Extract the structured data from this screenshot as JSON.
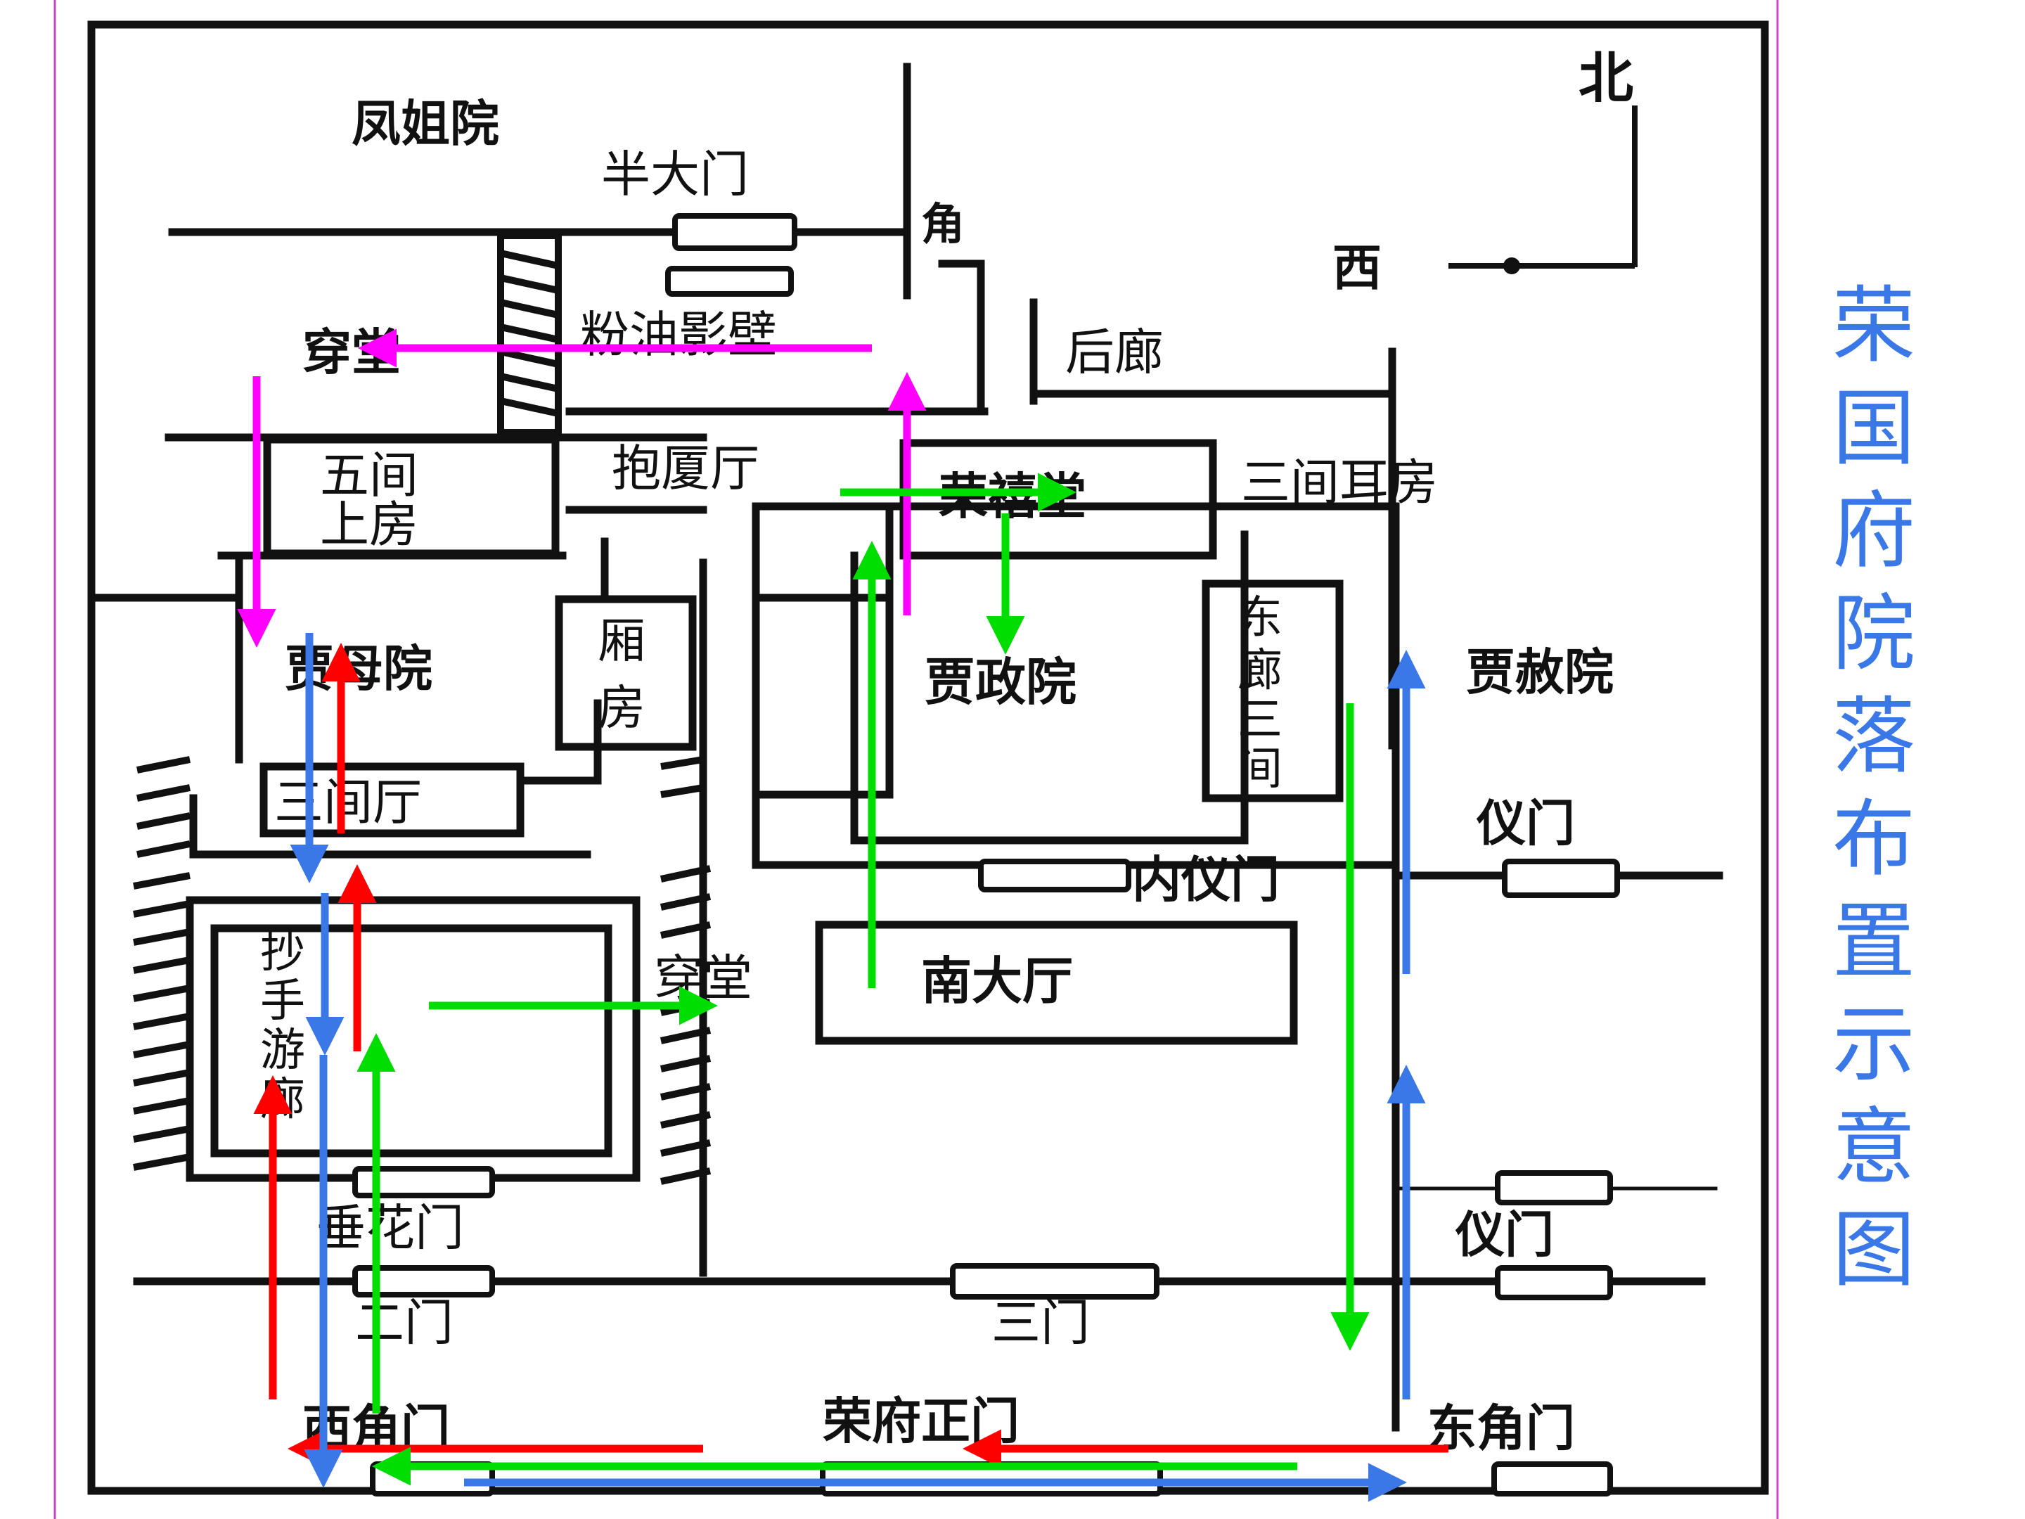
{
  "title": "荣国府院落布置示意图",
  "colors": {
    "red": "#ff0000",
    "green": "#00dd00",
    "blue": "#3a78e8",
    "magenta": "#ff00ff",
    "ink": "#111111",
    "title": "#3a78e8",
    "frame": "#cc44cc"
  },
  "labels": {
    "fengjieyuan": "凤姐院",
    "bandamen": "半大门",
    "jiao": "角",
    "bei": "北",
    "xi": "西",
    "fendingyingbi": "粉油影壁",
    "chuantang_top": "穿堂",
    "houlang": "后廊",
    "wujianshangfang": "五间上房",
    "baoshating": "抱厦厅",
    "rongxitang": "荣禧堂",
    "sanjianerfang": "三间耳房",
    "jiamuyuan": "贾母院",
    "xiangfang": "厢房",
    "jiazhengyuan": "贾政院",
    "donglangsanjian": "东廊三间",
    "jiasheyuan": "贾赦院",
    "sanjianting": "三间厅",
    "yimen_top": "仪门",
    "neiyimen": "内仪门",
    "chaoshouyoulang": "抄手游廊",
    "chuantang_mid": "穿堂",
    "nandating": "南大厅",
    "chuihuamen": "垂花门",
    "yimen_bottom": "仪门",
    "ermen": "二门",
    "sanmen": "三门",
    "xijiaomen": "西角门",
    "rongfuzhengmen": "荣府正门",
    "dongjiaomen": "东角门"
  }
}
